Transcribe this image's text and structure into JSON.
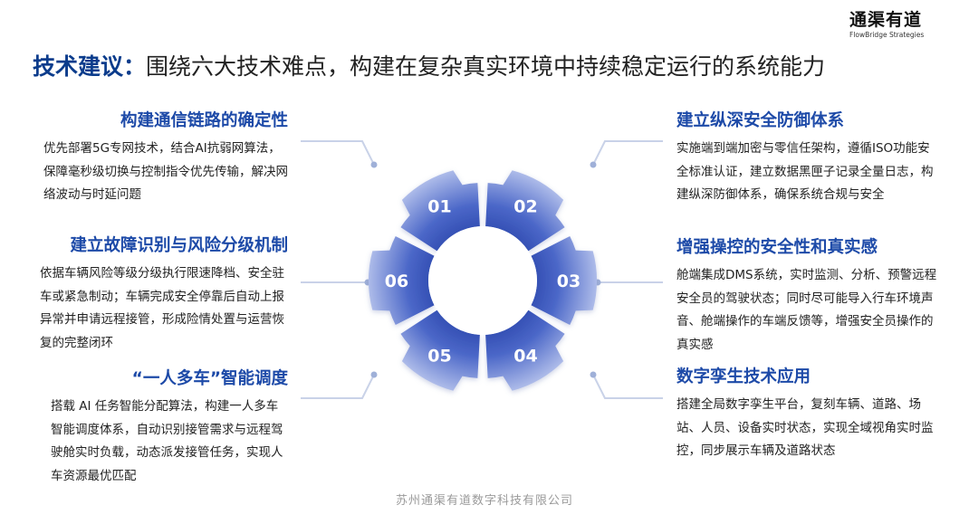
{
  "logo": {
    "cn": "通渠有道",
    "en": "FlowBridge Strategies"
  },
  "title": {
    "lead": "技术建议：",
    "rest": "围绕六大技术难点，构建在复杂真实环境中持续稳定运行的系统能力"
  },
  "segments": [
    "01",
    "02",
    "03",
    "04",
    "05",
    "06"
  ],
  "blocks": {
    "b1": {
      "heading": "构建通信链路的确定性",
      "body": "优先部署5G专网技术，结合AI抗弱网算法，保障毫秒级切换与控制指令优先传输，解决网络波动与时延问题"
    },
    "b2": {
      "heading": "建立纵深安全防御体系",
      "body": "实施端到端加密与零信任架构，遵循ISO功能安全标准认证，建立数据黑匣子记录全量日志，构建纵深防御体系，确保系统合规与安全"
    },
    "b3": {
      "heading": "增强操控的安全性和真实感",
      "body": "舱端集成DMS系统，实时监测、分析、预警远程安全员的驾驶状态；同时尽可能导入行车环境声音、舱端操作的车端反馈等，增强安全员操作的真实感"
    },
    "b4": {
      "heading": "数字孪生技术应用",
      "body": "搭建全局数字孪生平台，复刻车辆、道路、场站、人员、设备实时状态，实现全域视角实时监控，同步展示车辆及道路状态"
    },
    "b5": {
      "heading": "“一人多车”智能调度",
      "body": "搭载 AI 任务智能分配算法，构建一人多车智能调度体系，自动识别接管需求与远程驾驶舱实时负载，动态派发接管任务，实现人车资源最优匹配"
    },
    "b6": {
      "heading": "建立故障识别与风险分级机制",
      "body": "依据车辆风险等级分级执行限速降档、安全驻车或紧急制动；车辆完成安全停靠后自动上报异常并申请远程接管，形成险情处置与运营恢复的完整闭环"
    }
  },
  "footer": "苏州通渠有道数字科技有限公司",
  "colors": {
    "accent": "#1d4aa8",
    "gear_light": "#a9b9e8",
    "gear_dark": "#2c49b0"
  }
}
